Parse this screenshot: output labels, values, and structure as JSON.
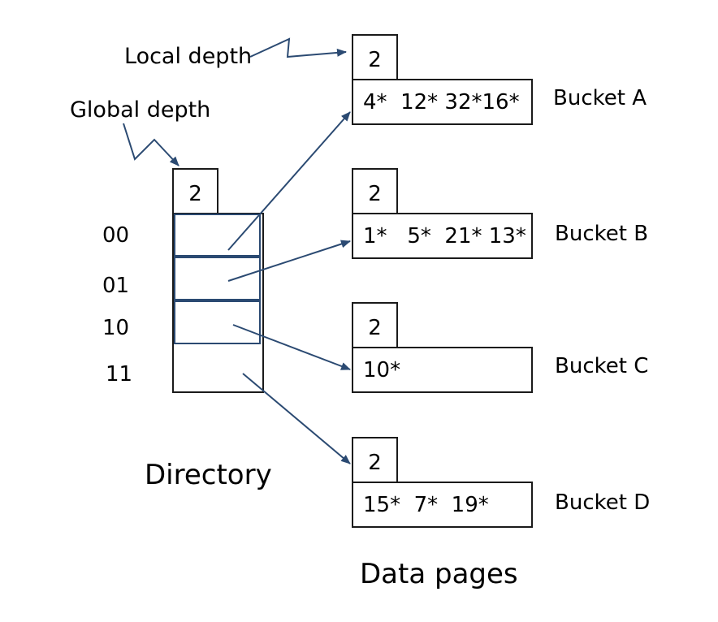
{
  "annotations": {
    "local_depth": "Local depth",
    "global_depth": "Global depth"
  },
  "directory": {
    "global_depth": "2",
    "entries": [
      "00",
      "01",
      "10",
      "11"
    ],
    "caption": "Directory"
  },
  "buckets": [
    {
      "local_depth": "2",
      "contents": "4*  12* 32*16*",
      "name": "Bucket A"
    },
    {
      "local_depth": "2",
      "contents": "1*   5*  21* 13*",
      "name": "Bucket B"
    },
    {
      "local_depth": "2",
      "contents": "10*",
      "name": "Bucket C"
    },
    {
      "local_depth": "2",
      "contents": "15*  7*  19*",
      "name": "Bucket D"
    }
  ],
  "data_pages_caption": "Data pages",
  "colors": {
    "arrow": "#2b4a72",
    "border": "#1a1a1a",
    "directory_slot": "#2b4a72"
  }
}
